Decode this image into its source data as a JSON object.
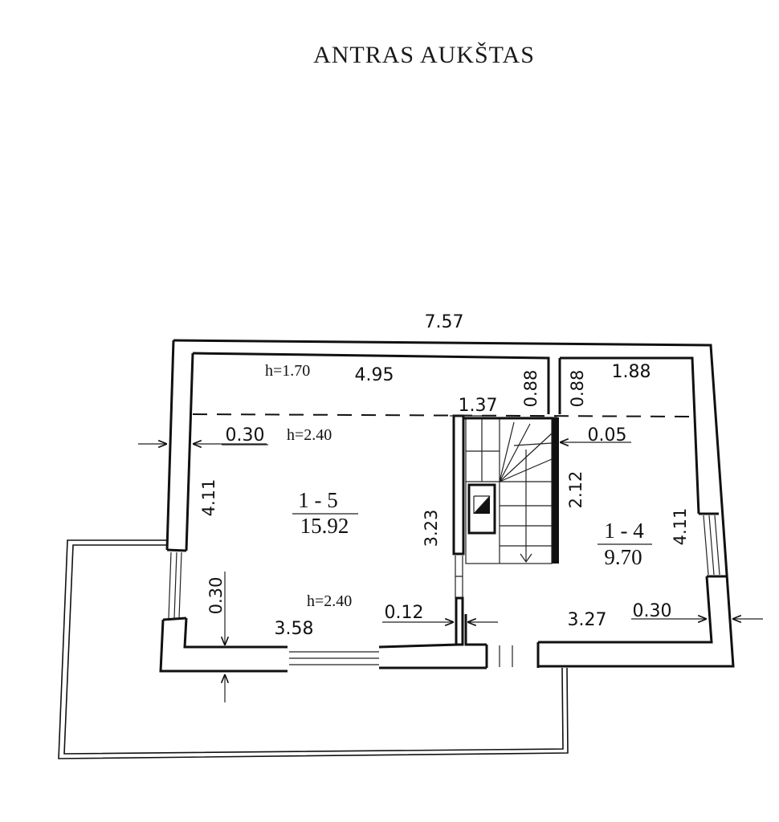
{
  "title": "ANTRAS AUKŠTAS",
  "dimensions": {
    "overall_width": "7.57",
    "top_left_width": "4.95",
    "top_left_depth": "0.88",
    "top_right_depth": "0.88",
    "top_right_width": "1.88",
    "stair_width": "1.37",
    "wall_left": "0.30",
    "stair_offset": "0.05",
    "left_room_height": "4.11",
    "stair_left_length": "3.23",
    "stair_length": "2.12",
    "right_room_height": "4.11",
    "window_sill": "0.30",
    "bottom_left_width": "3.58",
    "partition": "0.12",
    "bottom_right_width": "3.27",
    "wall_right": "0.30"
  },
  "heights": {
    "h_top": "h=1.70",
    "h_mid": "h=2.40",
    "h_bottom": "h=2.40"
  },
  "rooms": [
    {
      "id": "1 - 5",
      "area": "15.92"
    },
    {
      "id": "1 - 4",
      "area": "9.70"
    }
  ]
}
